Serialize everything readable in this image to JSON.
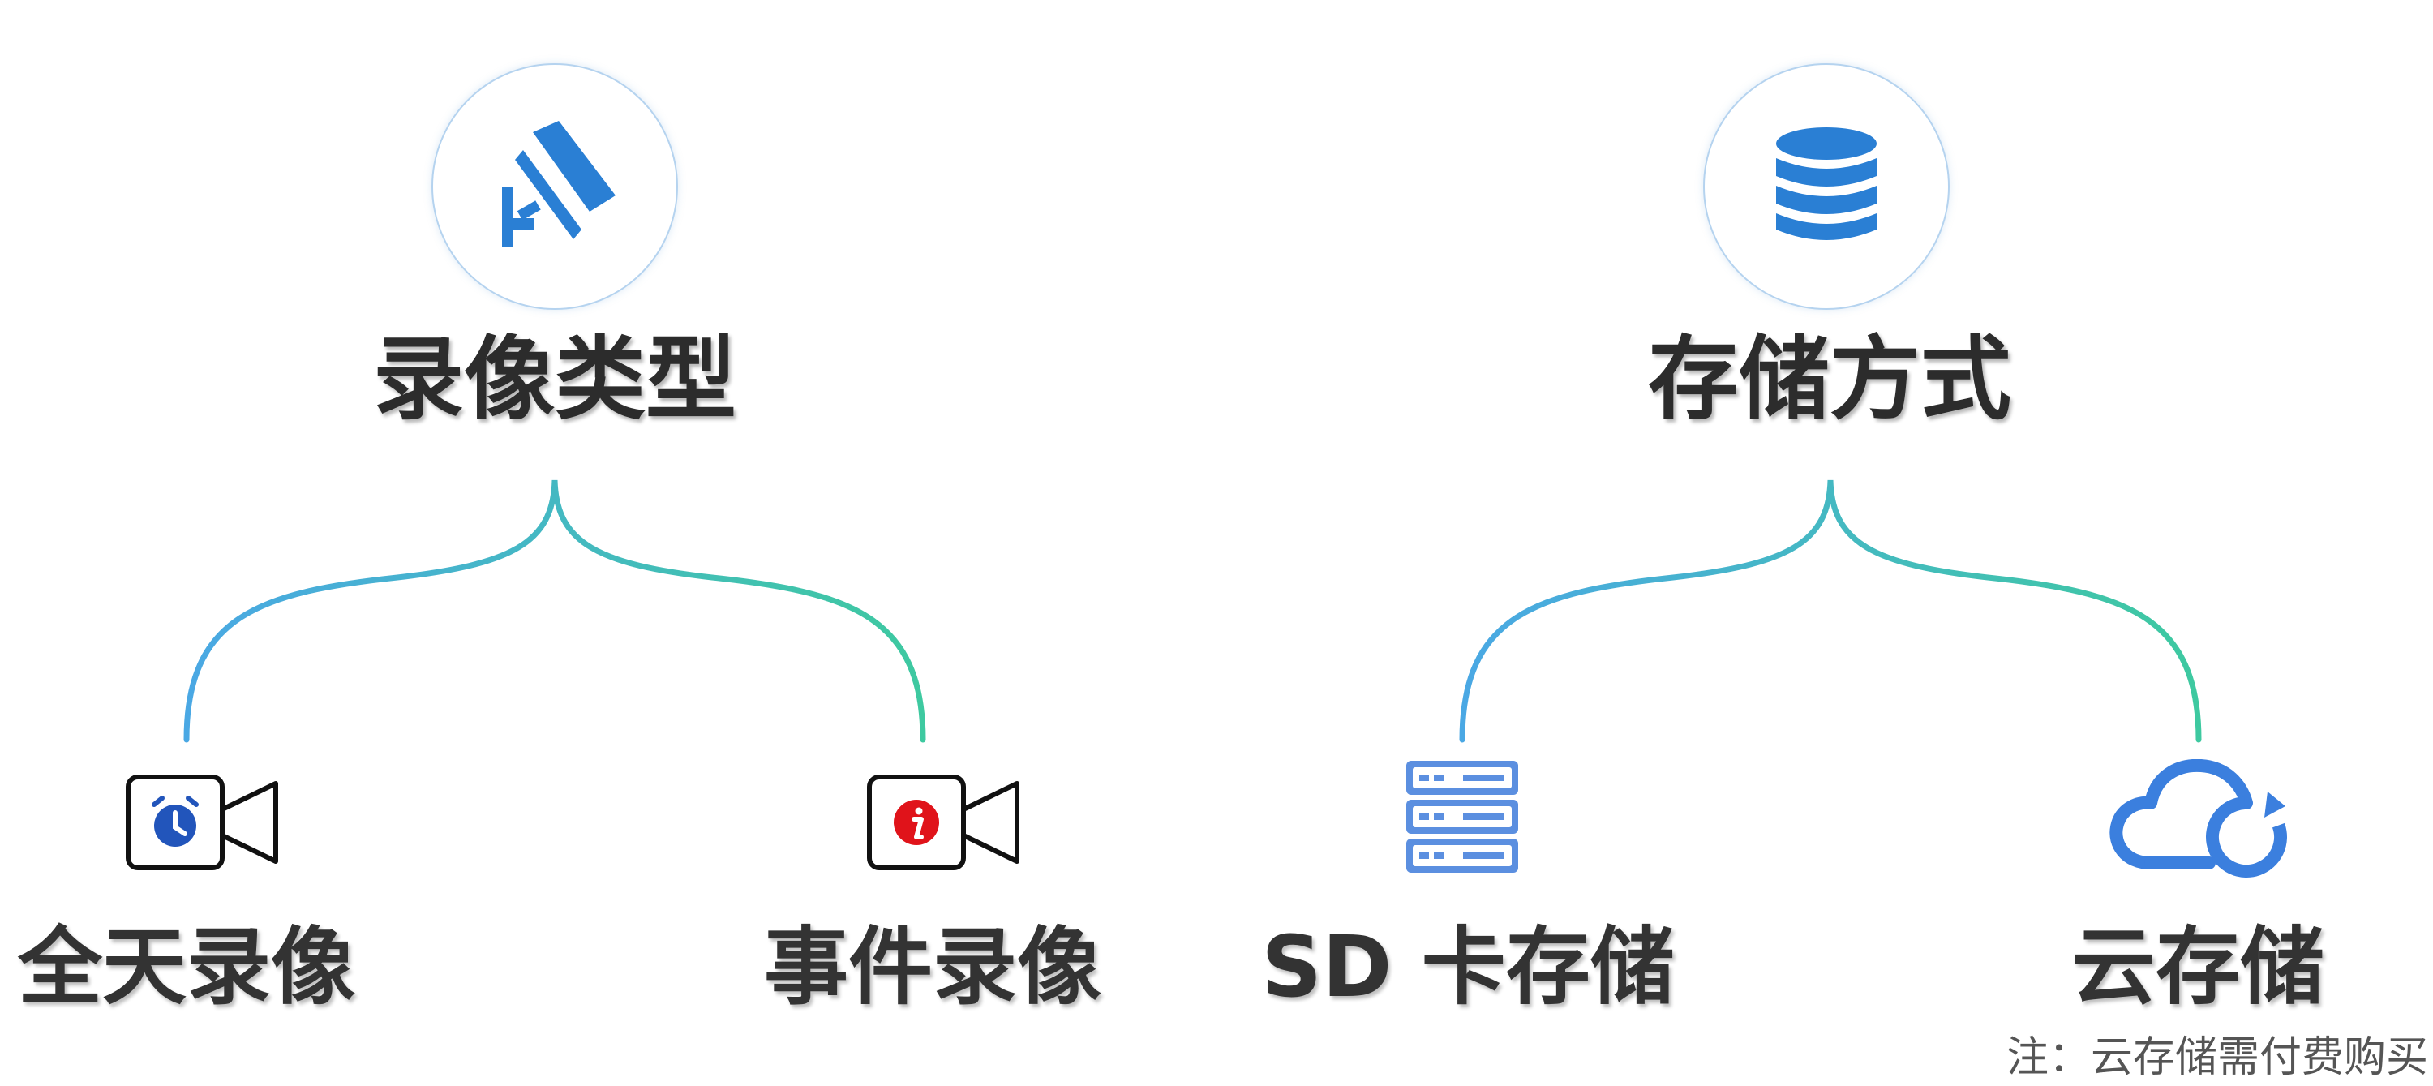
{
  "groups": [
    {
      "title": "录像类型",
      "icon": "surveillance-camera-icon",
      "items": [
        {
          "label": "全天录像",
          "icon": "video-camera-clock-icon"
        },
        {
          "label": "事件录像",
          "icon": "video-camera-info-icon"
        }
      ]
    },
    {
      "title": "存储方式",
      "icon": "database-icon",
      "items": [
        {
          "label": "SD 卡存储",
          "icon": "server-rack-icon"
        },
        {
          "label": "云存储",
          "icon": "cloud-sync-icon"
        }
      ]
    }
  ],
  "note": "注：云存储需付费购买",
  "colors": {
    "accent_blue": "#2a7fd4",
    "brace_start": "#4aa8e4",
    "brace_end": "#3ec9a0",
    "info_red": "#e0131a",
    "clock_blue": "#2255bb",
    "text_dark": "#2c2c2c"
  }
}
